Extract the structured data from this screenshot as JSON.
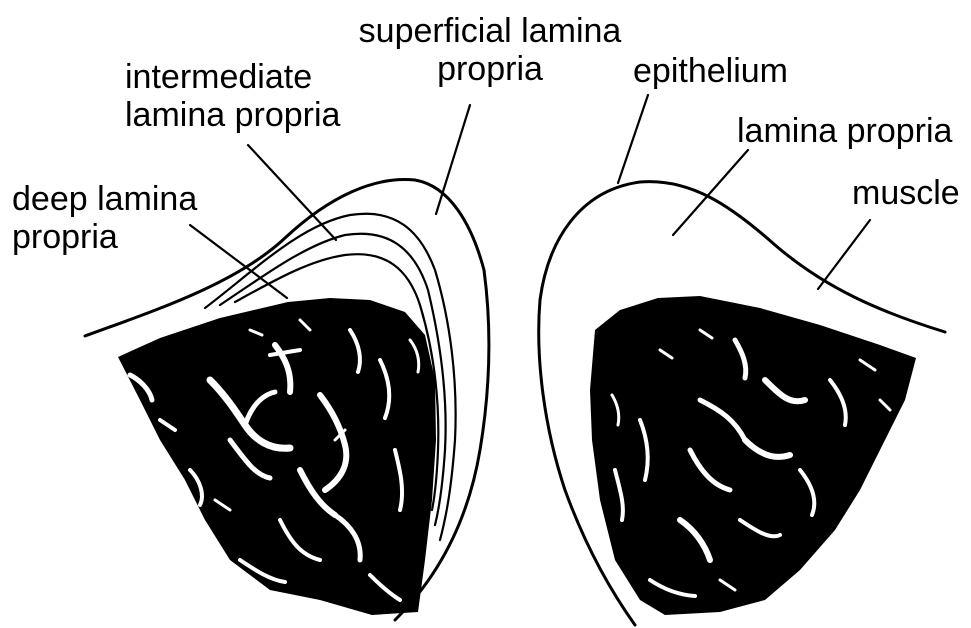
{
  "labels": {
    "superficial_lamina_propria": [
      "superficial lamina",
      "propria"
    ],
    "intermediate_lamina_propria": [
      "intermediate",
      "lamina propria"
    ],
    "deep_lamina_propria": [
      "deep lamina",
      "propria"
    ],
    "epithelium": "epithelium",
    "lamina_propria": "lamina propria",
    "muscle": "muscle"
  },
  "colors": {
    "ink": "#000000",
    "paper": "#ffffff",
    "muscle_fill": "#000000",
    "muscle_pattern": "#ffffff"
  }
}
